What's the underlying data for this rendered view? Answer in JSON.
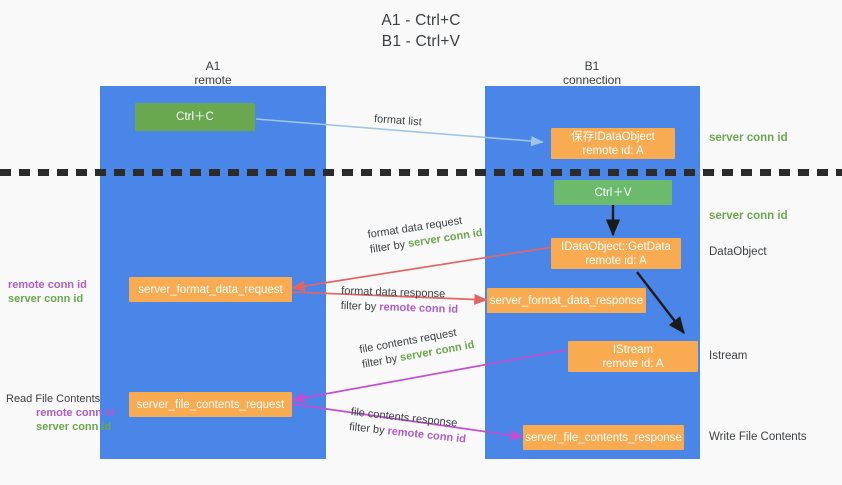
{
  "title": {
    "line1": "A1 - Ctrl+C",
    "line2": "B1 - Ctrl+V"
  },
  "lanes": [
    {
      "id": "a1",
      "name": "A1",
      "role": "remote"
    },
    {
      "id": "b1",
      "name": "B1",
      "role": "connection"
    }
  ],
  "boxes": {
    "ctrl_c": {
      "label": "Ctrl＋C",
      "color": "#6aa84f"
    },
    "ctrl_v": {
      "label": "Ctrl＋V",
      "color": "#6cba6c"
    },
    "save_dataobject": {
      "line1": "保存IDataObject",
      "line2": "remote id: A",
      "color": "#f9ab52"
    },
    "getdata": {
      "line1": "IDataObject::GetData",
      "line2": "remote id: A",
      "color": "#f9ab52"
    },
    "istream": {
      "line1": "IStream",
      "line2": "remote id: A",
      "color": "#f9ab52"
    },
    "format_data_request": {
      "label": "server_format_data_request",
      "color": "#f9ab52"
    },
    "format_data_response": {
      "label": "server_format_data_response",
      "color": "#f9ab52"
    },
    "file_contents_request": {
      "label": "server_file_contents_request",
      "color": "#f9ab52"
    },
    "file_contents_response": {
      "label": "server_file_contents_response",
      "color": "#f9ab52"
    }
  },
  "arrow_labels": {
    "format_list": "format list",
    "format_data_request": {
      "line1": "format data request",
      "line2_prefix": "filter by ",
      "line2_key": "server conn id"
    },
    "format_data_response": {
      "line1": "format data response",
      "line2_prefix": "filter by ",
      "line2_key": "remote conn id"
    },
    "file_contents_request": {
      "line1": "file contents request",
      "line2_prefix": "filter by ",
      "line2_key": "server conn id"
    },
    "file_contents_response": {
      "line1": "file contents response",
      "line2_prefix": "filter by ",
      "line2_key": "remote conn id"
    }
  },
  "left_notes": {
    "note1": {
      "remote": "remote conn id",
      "server": "server conn id"
    },
    "note2": {
      "heading": "Read File Contents",
      "remote": "remote conn id",
      "server": "server conn id"
    }
  },
  "right_labels": {
    "server_conn_top": "server conn id",
    "server_conn_mid": "server conn id",
    "dataobject": "DataObject",
    "istream": "Istream",
    "write_file_contents": "Write File Contents"
  },
  "colors": {
    "lane": "#4a86e8",
    "orange": "#f9ab52",
    "green": "#6aa84f",
    "green_light": "#6cba6c",
    "remote_conn": "#b05ccc",
    "server_conn": "#6aa84f",
    "arrow_blue": "#9fc5e8",
    "arrow_red": "#e06666",
    "arrow_magenta": "#c050d0",
    "arrow_black": "#1a1a1a",
    "divider": "#2b2b2b",
    "background": "#f9f9f9"
  }
}
